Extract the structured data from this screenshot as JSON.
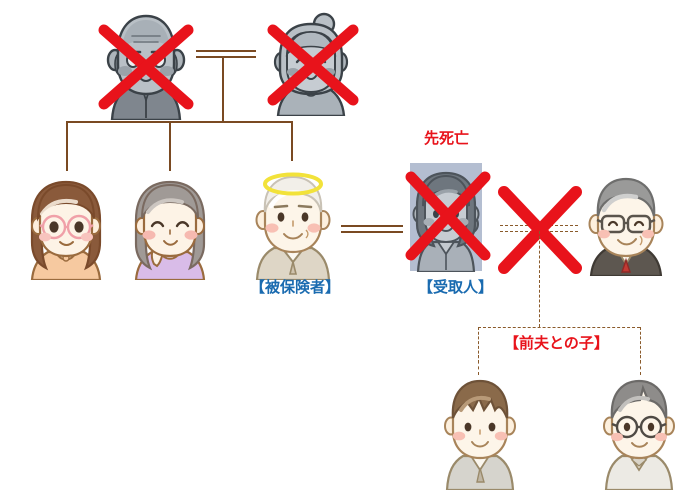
{
  "diagram": {
    "title_text": "",
    "colors": {
      "label_blue": "#1a6bb0",
      "label_red": "#e8131b",
      "line_brown": "#7a4a22",
      "cross_red": "#e8131b",
      "deceased_bg": "#b4bed1",
      "halo_yellow": "#f2e23a",
      "background": "#ffffff"
    },
    "labels": {
      "pre_death": "先死亡",
      "insured": "【被保険者】",
      "beneficiary": "【受取人】",
      "children_of_former_husband": "【前夫との子】"
    },
    "people": [
      {
        "id": "grandfather",
        "name_key": "grandfather",
        "role": "父（祖父）",
        "generation": 1,
        "deceased": true,
        "crossed_out": true,
        "grayscale": true,
        "hair": "gray",
        "glasses": false,
        "label": ""
      },
      {
        "id": "grandmother",
        "name_key": "grandmother",
        "role": "母（祖母）",
        "generation": 1,
        "deceased": true,
        "crossed_out": true,
        "grayscale": true,
        "hair": "gray-bun",
        "glasses": false,
        "label": ""
      },
      {
        "id": "sister-1",
        "name_key": "sister_one",
        "role": "姉妹",
        "generation": 2,
        "deceased": false,
        "crossed_out": false,
        "grayscale": false,
        "hair": "brown",
        "glasses": true,
        "label": ""
      },
      {
        "id": "sister-2",
        "name_key": "sister_two",
        "role": "姉妹",
        "generation": 2,
        "deceased": false,
        "crossed_out": false,
        "grayscale": false,
        "hair": "gray",
        "glasses": false,
        "label": ""
      },
      {
        "id": "insured-person",
        "name_key": "insured",
        "role": "被保険者",
        "generation": 2,
        "deceased": true,
        "crossed_out": false,
        "grayscale": false,
        "halo": true,
        "hair": "white",
        "glasses": false,
        "label": "【被保険者】"
      },
      {
        "id": "beneficiary",
        "name_key": "beneficiary",
        "role": "受取人",
        "generation": 2,
        "deceased": true,
        "crossed_out": true,
        "grayscale": true,
        "hair": "gray",
        "glasses": false,
        "label": "【受取人】",
        "note": "先死亡"
      },
      {
        "id": "former-husband",
        "name_key": "former_husband",
        "role": "前夫",
        "generation": 2,
        "deceased": false,
        "crossed_out": false,
        "grayscale": false,
        "hair": "gray",
        "glasses": true,
        "label": ""
      },
      {
        "id": "child-1",
        "name_key": "child_one",
        "role": "前夫との子",
        "generation": 3,
        "deceased": false,
        "crossed_out": false,
        "grayscale": false,
        "hair": "brown",
        "glasses": false,
        "label": ""
      },
      {
        "id": "child-2",
        "name_key": "child_two",
        "role": "前夫との子",
        "generation": 3,
        "deceased": false,
        "crossed_out": false,
        "grayscale": false,
        "hair": "gray",
        "glasses": true,
        "label": ""
      }
    ],
    "relationships": [
      {
        "id": "marriage-grandparents",
        "type": "marriage",
        "style": "double-solid",
        "from": "grandfather",
        "to": "grandmother",
        "divorced": false
      },
      {
        "id": "marriage-insured-beneficiary",
        "type": "marriage",
        "style": "double-solid",
        "from": "insured-person",
        "to": "beneficiary",
        "divorced": false
      },
      {
        "id": "divorce-beneficiary-former-husband",
        "type": "marriage",
        "style": "double-dashed",
        "from": "beneficiary",
        "to": "former-husband",
        "divorced": true
      },
      {
        "id": "descent-siblings",
        "type": "descent",
        "from": "marriage-grandparents",
        "to": [
          "sister-1",
          "sister-2",
          "insured-person"
        ]
      },
      {
        "id": "descent-children",
        "type": "descent",
        "style": "dashed",
        "from": "divorce-beneficiary-former-husband",
        "to": [
          "child-1",
          "child-2"
        ]
      }
    ]
  }
}
